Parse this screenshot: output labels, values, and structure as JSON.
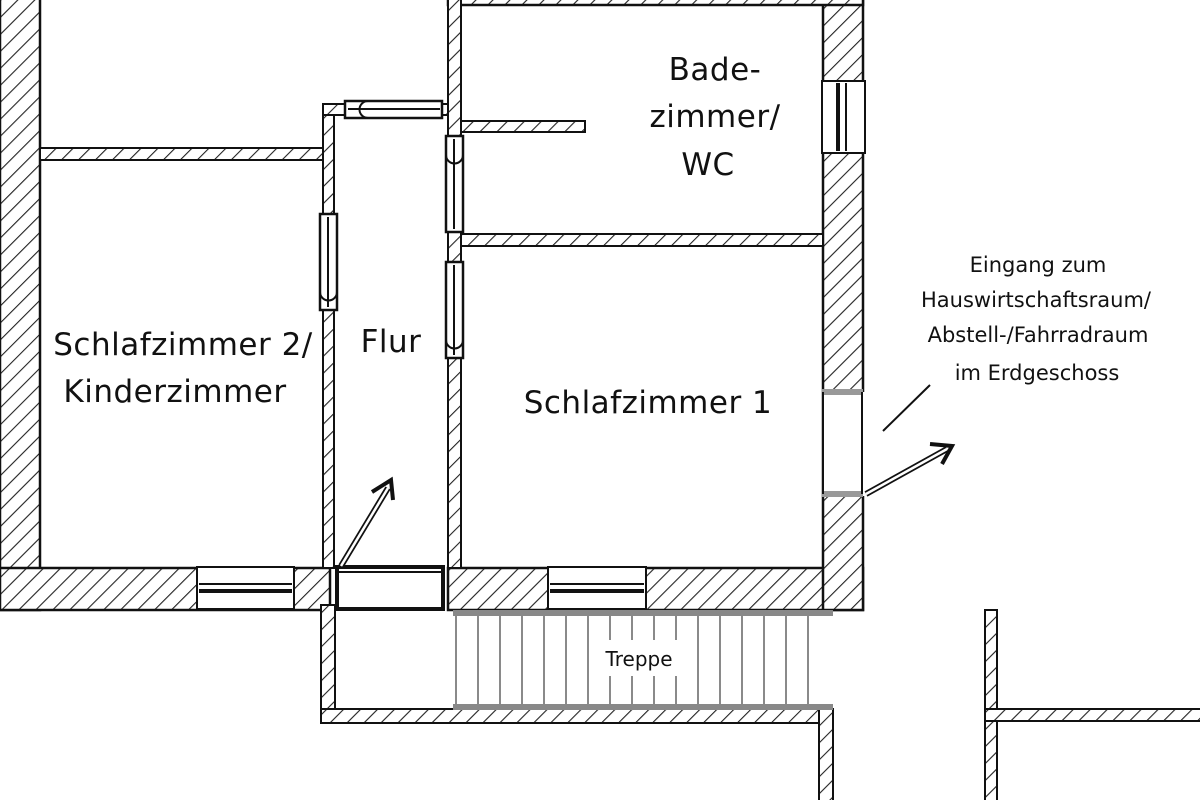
{
  "rooms": {
    "bathroom": {
      "line1": "Bade-",
      "line2": "zimmer/",
      "line3": "WC"
    },
    "bedroom2": {
      "line1": "Schlafzimmer 2/",
      "line2": "Kinderzimmer"
    },
    "hall": {
      "label": "Flur"
    },
    "bedroom1": {
      "label": "Schlafzimmer 1"
    }
  },
  "stairs": {
    "label": "Treppe"
  },
  "entrance_note": {
    "line1": "Eingang zum",
    "line2": "Hauswirtschaftsraum/",
    "line3": "Abstell-/Fahrradraum",
    "line4": "im Erdgeschoss"
  },
  "colors": {
    "wall": "#111111",
    "hatch": "#222222",
    "stair": "#888888",
    "background": "#ffffff"
  }
}
